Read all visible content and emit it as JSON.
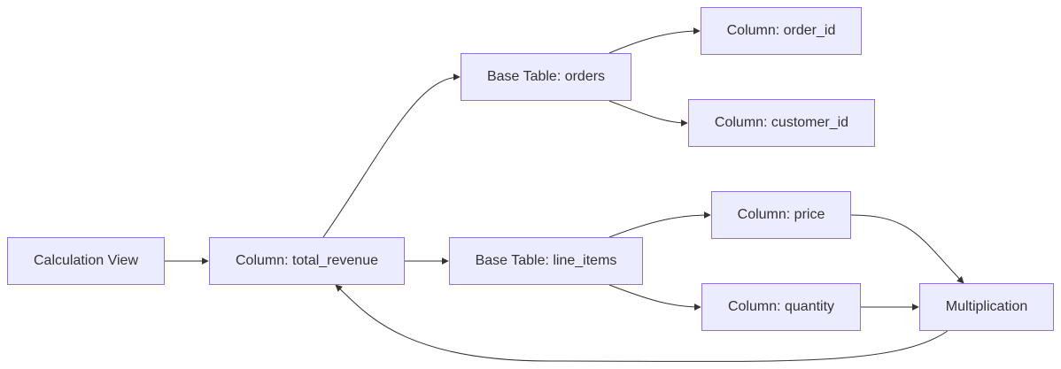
{
  "diagram": {
    "nodes": {
      "calc_view": "Calculation View",
      "total_revenue": "Column: total_revenue",
      "orders": "Base Table: orders",
      "line_items": "Base Table: line_items",
      "order_id": "Column: order_id",
      "customer_id": "Column: customer_id",
      "price": "Column: price",
      "quantity": "Column: quantity",
      "multiplication": "Multiplication"
    },
    "edges": [
      {
        "from": "calc_view",
        "to": "total_revenue"
      },
      {
        "from": "total_revenue",
        "to": "orders"
      },
      {
        "from": "total_revenue",
        "to": "line_items"
      },
      {
        "from": "orders",
        "to": "order_id"
      },
      {
        "from": "orders",
        "to": "customer_id"
      },
      {
        "from": "line_items",
        "to": "price"
      },
      {
        "from": "line_items",
        "to": "quantity"
      },
      {
        "from": "price",
        "to": "multiplication"
      },
      {
        "from": "quantity",
        "to": "multiplication"
      },
      {
        "from": "multiplication",
        "to": "total_revenue"
      }
    ],
    "colors": {
      "node_fill": "#ececff",
      "node_border": "#9370db",
      "edge": "#333333",
      "text": "#333333"
    }
  }
}
